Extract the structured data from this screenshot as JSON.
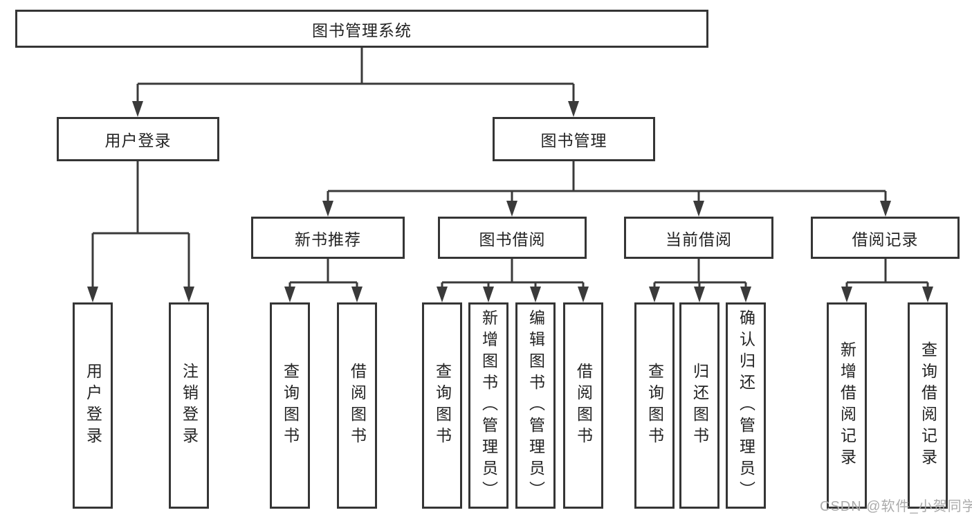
{
  "colors": {
    "line": "#3a3a3a",
    "box_border": "#353535",
    "text": "#232323",
    "background": "#ffffff",
    "watermark": "#ababab"
  },
  "watermark": {
    "text": "CSDN @软件_小贺同学"
  },
  "tree": {
    "label": "图书管理系统",
    "children": [
      {
        "label": "用户登录",
        "children": [
          {
            "label": "用户登录"
          },
          {
            "label": "注销登录"
          }
        ]
      },
      {
        "label": "图书管理",
        "children": [
          {
            "label": "新书推荐",
            "children": [
              {
                "label": "查询图书"
              },
              {
                "label": "借阅图书"
              }
            ]
          },
          {
            "label": "图书借阅",
            "children": [
              {
                "label": "查询图书"
              },
              {
                "label": "新增图书（管理员）"
              },
              {
                "label": "编辑图书（管理员）"
              },
              {
                "label": "借阅图书"
              }
            ]
          },
          {
            "label": "当前借阅",
            "children": [
              {
                "label": "查询图书"
              },
              {
                "label": "归还图书"
              },
              {
                "label": "确认归还（管理员）"
              }
            ]
          },
          {
            "label": "借阅记录",
            "children": [
              {
                "label": "新增借阅记录"
              },
              {
                "label": "查询借阅记录"
              }
            ]
          }
        ]
      }
    ]
  }
}
